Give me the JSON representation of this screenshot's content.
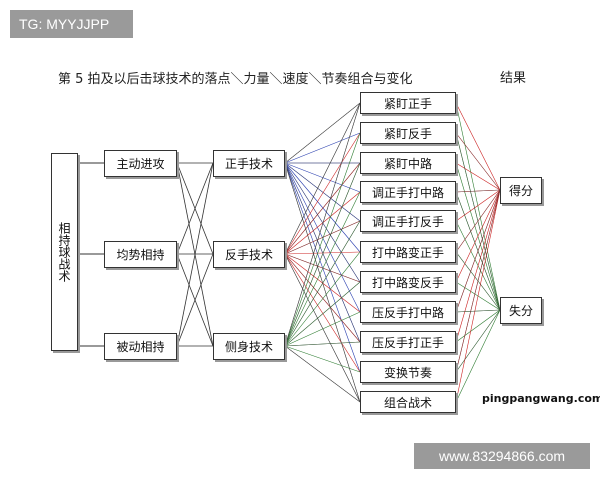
{
  "tag": "TG: MYYJJPP",
  "title": "第 5 拍及以后击球技术的落点＼力量＼速度＼节奏组合与变化",
  "result_header": "结果",
  "root": "相持球战术",
  "strategies": [
    "主动进攻",
    "均势相持",
    "被动相持"
  ],
  "techniques": [
    "正手技术",
    "反手技术",
    "侧身技术"
  ],
  "placements": [
    "紧盯正手",
    "紧盯反手",
    "紧盯中路",
    "调正手打中路",
    "调正手打反手",
    "打中路变正手",
    "打中路变反手",
    "压反手打中路",
    "压反手打正手",
    "变换节奏",
    "组合战术"
  ],
  "results": [
    "得分",
    "失分"
  ],
  "watermark": "pingpangwang.com",
  "footer": "www.83294866.com",
  "colors": {
    "red": "#cc2222",
    "green": "#2f7d32",
    "blue": "#2a3fb0",
    "gray_label": "#9a9a9a"
  }
}
